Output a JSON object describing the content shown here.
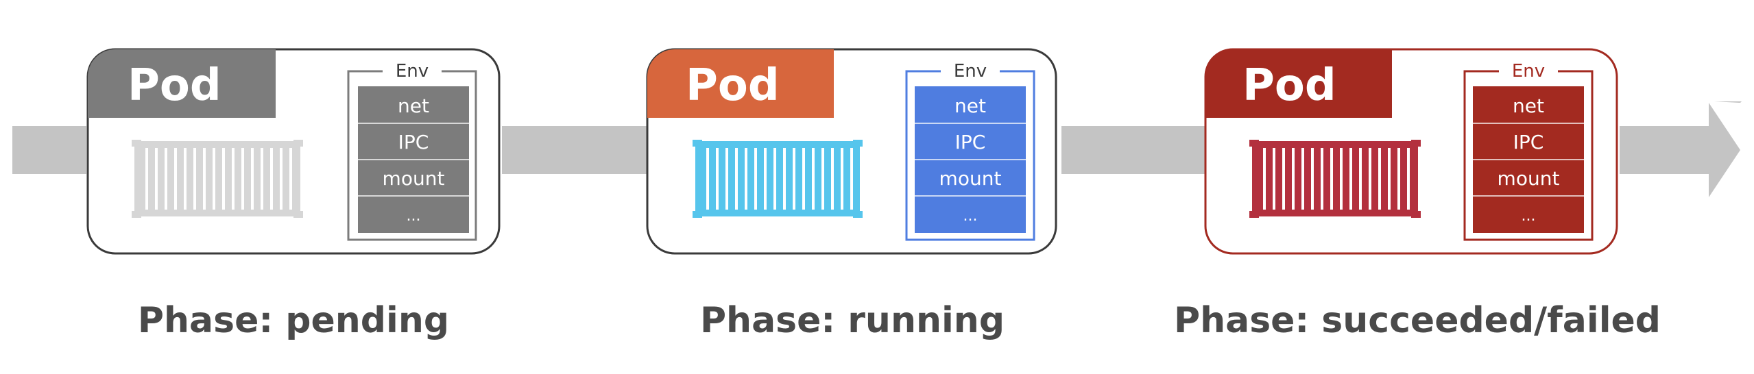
{
  "colors": {
    "arrow": "#c4c4c4",
    "pending": "#7c7c7c",
    "pending_container": "#d6d6d6",
    "running": "#d7663d",
    "running_container": "#56c5ec",
    "running_env": "#4f7de0",
    "failed": "#a32a20",
    "failed_container": "#b3303e",
    "phase_text": "#4a4a4a"
  },
  "pods": [
    {
      "id": "pending",
      "title": "Pod",
      "env_title": "Env",
      "env_items": [
        "net",
        "IPC",
        "mount",
        "..."
      ],
      "phase": "Phase: pending"
    },
    {
      "id": "running",
      "title": "Pod",
      "env_title": "Env",
      "env_items": [
        "net",
        "IPC",
        "mount",
        "..."
      ],
      "phase": "Phase: running"
    },
    {
      "id": "failed",
      "title": "Pod",
      "env_title": "Env",
      "env_items": [
        "net",
        "IPC",
        "mount",
        "..."
      ],
      "phase": "Phase: succeeded/failed"
    }
  ]
}
